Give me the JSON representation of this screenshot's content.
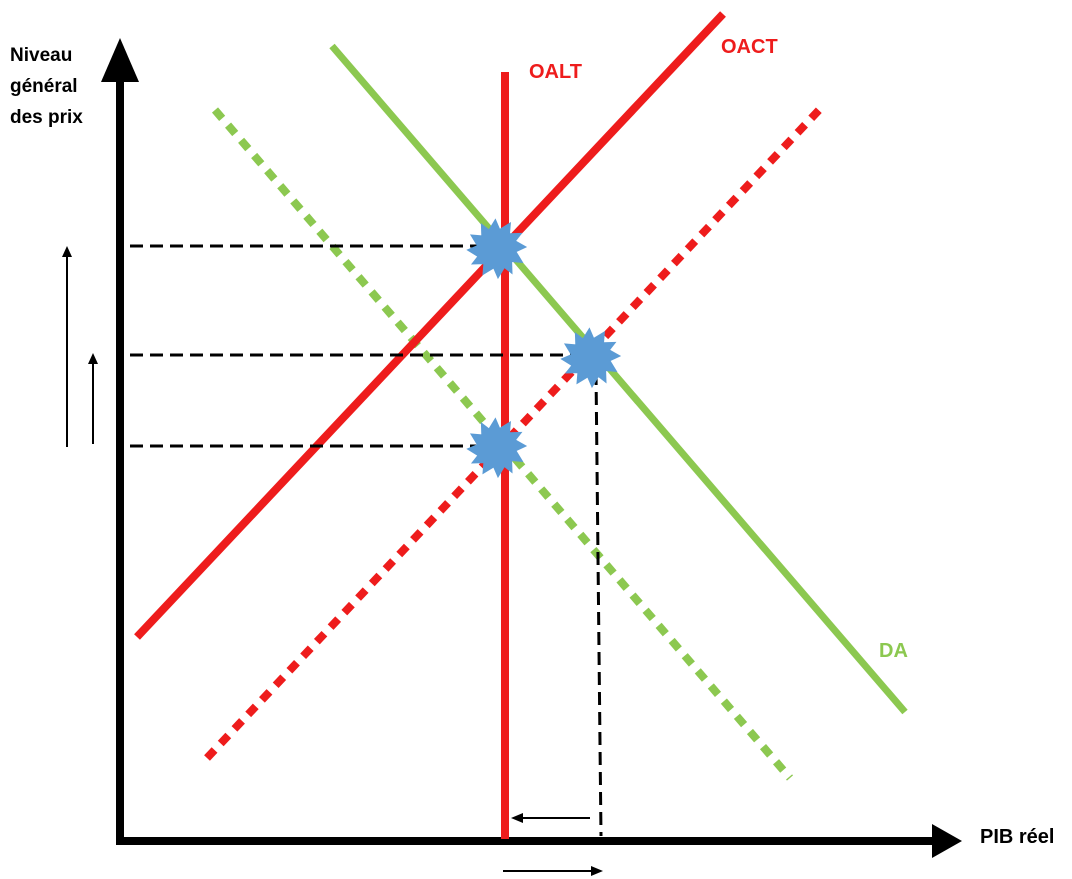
{
  "axes": {
    "y_label_lines": [
      "Niveau",
      "général",
      "des prix"
    ],
    "x_label": "PIB réel"
  },
  "curves": {
    "oalt": {
      "label": "OALT",
      "color": "#ee1c1c"
    },
    "oact": {
      "label": "OACT",
      "color": "#ee1c1c"
    },
    "da": {
      "label": "DA",
      "color": "#8cc850"
    }
  },
  "colors": {
    "axis": "#000000",
    "guide": "#000000",
    "equilibrium_star": "#5b9bd5"
  },
  "equilibria": [
    {
      "name": "initial-long-run-equilibrium"
    },
    {
      "name": "short-run-equilibrium"
    },
    {
      "name": "final-long-run-equilibrium"
    }
  ],
  "arrows": {
    "price_level_increase": "up",
    "output_change": "right-then-left"
  }
}
